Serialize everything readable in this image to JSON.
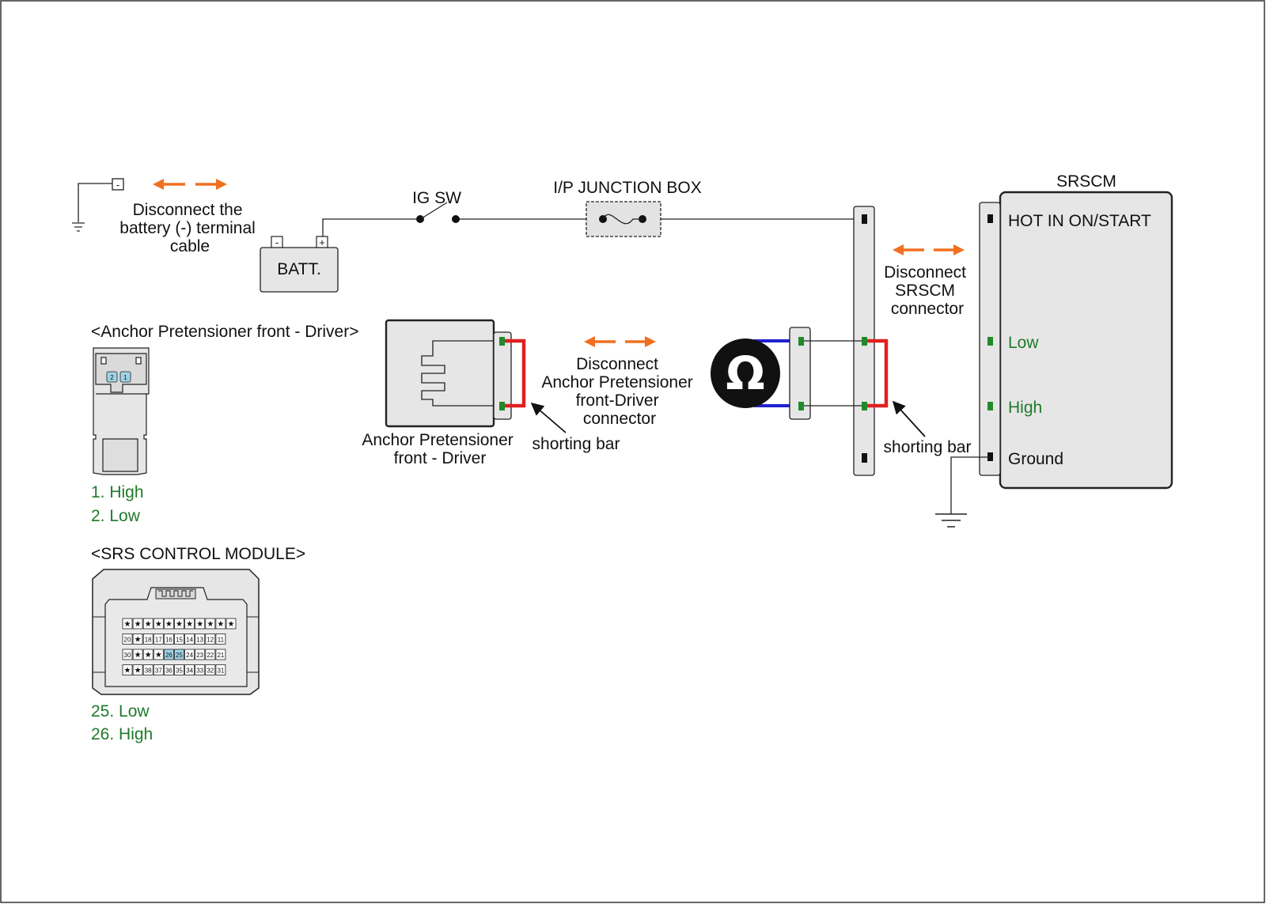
{
  "labels": {
    "srscm_title": "SRSCM",
    "hot_in": "HOT IN ON/START",
    "low": "Low",
    "high": "High",
    "ground": "Ground",
    "ig_sw": "IG SW",
    "junction_box": "I/P JUNCTION BOX",
    "batt": "BATT.",
    "batt_minus": "-",
    "batt_plus": "+",
    "ground_minus": "-",
    "omega": "Ω",
    "disconnect_battery": [
      "Disconnect the",
      "battery (-) terminal",
      "cable"
    ],
    "disconnect_srscm": [
      "Disconnect",
      "SRSCM",
      "connector"
    ],
    "disconnect_anchor": [
      "Disconnect",
      "Anchor Pretensioner",
      "front-Driver",
      "connector"
    ],
    "anchor_component": [
      "Anchor Pretensioner",
      "front - Driver"
    ],
    "shorting_bar_left": "shorting bar",
    "shorting_bar_right": "shorting bar"
  },
  "anchor_connector": {
    "title": "<Anchor Pretensioner front - Driver>",
    "pin_labels": [
      "2",
      "1"
    ],
    "pins": [
      "1. High",
      "2. Low"
    ]
  },
  "srs_module": {
    "title": "<SRS CONTROL MODULE>",
    "grid": [
      [
        "★",
        "★",
        "★",
        "★",
        "★",
        "★",
        "★",
        "★",
        "★",
        "★",
        "★"
      ],
      [
        "20",
        "★",
        "18",
        "17",
        "16",
        "15",
        "14",
        "13",
        "12",
        "11"
      ],
      [
        "30",
        "★",
        "★",
        "★",
        "26",
        "25",
        "24",
        "23",
        "22",
        "21"
      ],
      [
        "★",
        "★",
        "38",
        "37",
        "36",
        "35",
        "34",
        "33",
        "32",
        "31"
      ]
    ],
    "highlighted": [
      "26",
      "25"
    ],
    "pins": [
      "25. Low",
      "26. High"
    ]
  },
  "colors": {
    "arrow": "#f07020",
    "pin": "#1f8a2a",
    "label_green": "#1f7a2a",
    "shorting_bar": "#e02020",
    "meter_lead": "#2020d0",
    "connector_fill": "#e6e6e6",
    "highlight_pin": "#9fd3e6"
  }
}
